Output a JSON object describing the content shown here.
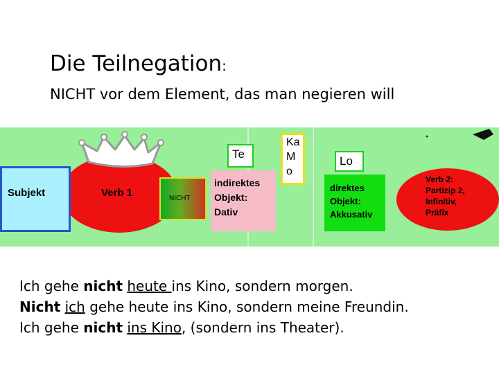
{
  "header": {
    "title": "Die Teilnegation",
    "title_colon": ":",
    "subtitle": "NICHT vor dem Element, das man negieren will"
  },
  "diagram": {
    "background_color": "#99ee99",
    "subjekt": "Subjekt",
    "verb1": "Verb 1",
    "nicht": "NICHT",
    "te_label": "Te",
    "indirekt_lines": [
      "indirektes",
      "Objekt:",
      "Dativ"
    ],
    "kamo_lines": [
      "Ka",
      "M",
      "o"
    ],
    "lo_label": "Lo",
    "direkt_lines": [
      "direktes",
      "Objekt:",
      "Akkusativ"
    ],
    "verb2_lines": [
      "Verb 2:",
      "Partizip 2,",
      "Infinitiv,",
      "Präfix"
    ]
  },
  "examples": [
    {
      "parts": [
        {
          "text": "Ich gehe ",
          "style": "normal"
        },
        {
          "text": "nicht",
          "style": "bold"
        },
        {
          "text": " ",
          "style": "normal"
        },
        {
          "text": "heute ",
          "style": "underline"
        },
        {
          "text": "ins Kino,  sondern morgen.",
          "style": "normal"
        }
      ]
    },
    {
      "parts": [
        {
          "text": "Nicht",
          "style": "bold"
        },
        {
          "text": " ",
          "style": "normal"
        },
        {
          "text": "ich",
          "style": "underline"
        },
        {
          "text": " gehe heute ins Kino, sondern meine Freundin.",
          "style": "normal"
        }
      ]
    },
    {
      "parts": [
        {
          "text": "Ich gehe ",
          "style": "normal"
        },
        {
          "text": "nicht",
          "style": "bold"
        },
        {
          "text": " ",
          "style": "normal"
        },
        {
          "text": "ins Kino",
          "style": "underline"
        },
        {
          "text": ", (sondern ins Theater).",
          "style": "normal"
        }
      ]
    }
  ]
}
